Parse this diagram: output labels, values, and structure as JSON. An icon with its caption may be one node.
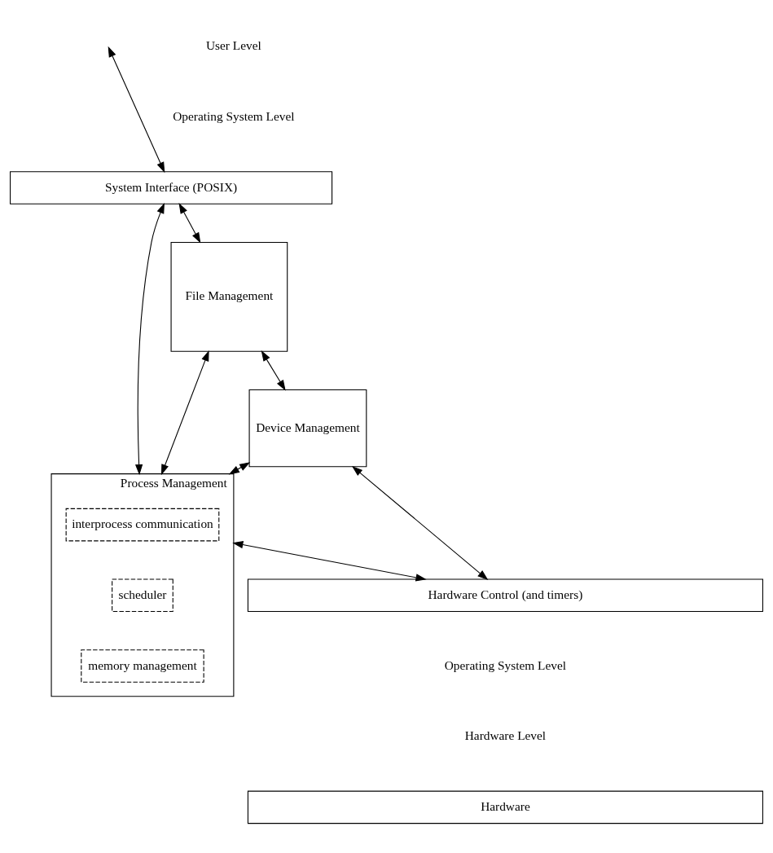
{
  "diagram": {
    "nodes": [
      {
        "text": [
          "System Interface (POSIX)"
        ]
      },
      {
        "text": [
          "Process Management"
        ]
      },
      {
        "text": [
          "interprocess communication"
        ],
        "in": 1
      },
      {
        "text": [
          "scheduler"
        ],
        "in": 1
      },
      {
        "text": [
          "memory management"
        ],
        "in": 1
      },
      {
        "text": [
          "File Management"
        ]
      },
      {
        "text": [
          "Device Management"
        ]
      },
      {
        "text": [
          "Hardware Control (and timers)"
        ]
      },
      {
        "text": [
          "Hardware"
        ]
      }
    ],
    "edges": [
      {
        "from": null,
        "to": 0,
        "arrow": "both"
      },
      {
        "from": 0,
        "to": 5,
        "arrow": "both"
      },
      {
        "from": 0,
        "to": 1,
        "arrow": "both"
      },
      {
        "from": 5,
        "to": 1,
        "arrow": "both"
      },
      {
        "from": 5,
        "to": 6,
        "arrow": "both"
      },
      {
        "from": 6,
        "to": 1,
        "arrow": "both"
      },
      {
        "from": 6,
        "to": 7,
        "arrow": "both"
      },
      {
        "from": 1,
        "to": 7,
        "arrow": "both"
      }
    ],
    "labels": [
      "User Level",
      "Operating System Level",
      "Operating System Level",
      "Hardware Level"
    ]
  }
}
